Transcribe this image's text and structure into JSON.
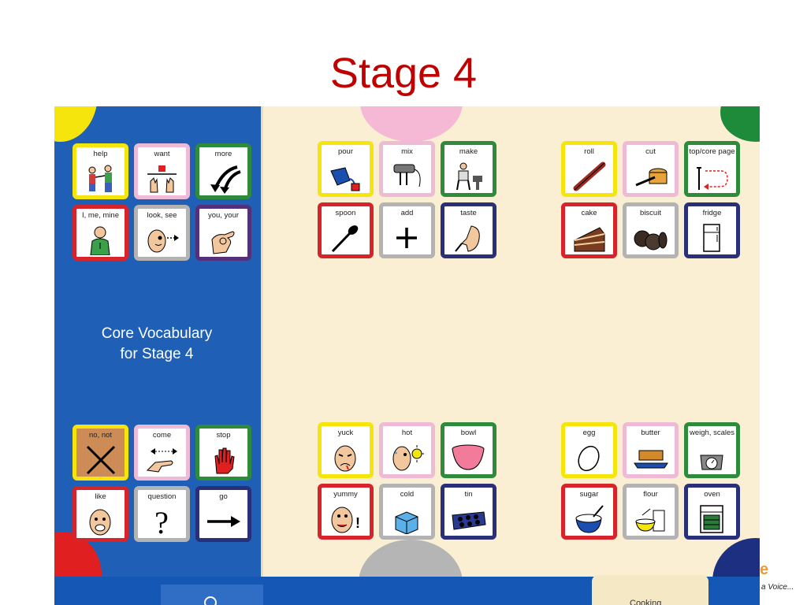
{
  "slide": {
    "title": "Stage 4"
  },
  "colors": {
    "title": "#c00000",
    "panel_blue": "#1f5fb6",
    "board_cream": "#faeed3"
  },
  "core": {
    "caption_line1": "Core Vocabulary",
    "caption_line2": "for Stage 4",
    "top": [
      {
        "label": "help",
        "icon": "two-people-helping-icon"
      },
      {
        "label": "want",
        "icon": "hands-reaching-icon"
      },
      {
        "label": "more",
        "icon": "curved-arrows-icon"
      },
      {
        "label": "I, me, mine",
        "icon": "person-self-icon"
      },
      {
        "label": "look, see",
        "icon": "eye-looking-icon"
      },
      {
        "label": "you, your",
        "icon": "pointing-hand-icon"
      }
    ],
    "bottom": [
      {
        "label": "no, not",
        "icon": "cross-icon"
      },
      {
        "label": "come",
        "icon": "beckoning-hand-icon"
      },
      {
        "label": "stop",
        "icon": "red-hand-icon"
      },
      {
        "label": "like",
        "icon": "smiling-face-icon"
      },
      {
        "label": "question",
        "icon": "question-mark-icon"
      },
      {
        "label": "go",
        "icon": "right-arrow-icon"
      }
    ]
  },
  "cooking": {
    "group1": [
      {
        "label": "pour",
        "icon": "jug-pouring-icon"
      },
      {
        "label": "mix",
        "icon": "electric-mixer-icon"
      },
      {
        "label": "make",
        "icon": "person-making-icon"
      },
      {
        "label": "spoon",
        "icon": "spoon-icon"
      },
      {
        "label": "add",
        "icon": "plus-icon"
      },
      {
        "label": "taste",
        "icon": "tasting-face-icon"
      }
    ],
    "group2": [
      {
        "label": "roll",
        "icon": "rolling-pin-icon"
      },
      {
        "label": "cut",
        "icon": "knife-cutting-icon"
      },
      {
        "label": "top/core page",
        "icon": "page-return-arrow-icon"
      },
      {
        "label": "cake",
        "icon": "cake-slice-icon"
      },
      {
        "label": "biscuit",
        "icon": "biscuits-icon"
      },
      {
        "label": "fridge",
        "icon": "fridge-icon"
      }
    ],
    "group3": [
      {
        "label": "yuck",
        "icon": "disgusted-face-icon"
      },
      {
        "label": "hot",
        "icon": "hot-face-sun-icon"
      },
      {
        "label": "bowl",
        "icon": "bowl-icon"
      },
      {
        "label": "yummy",
        "icon": "yummy-face-icon"
      },
      {
        "label": "cold",
        "icon": "ice-cube-icon"
      },
      {
        "label": "tin",
        "icon": "baking-tin-icon"
      }
    ],
    "group4": [
      {
        "label": "egg",
        "icon": "egg-icon"
      },
      {
        "label": "butter",
        "icon": "butter-dish-icon"
      },
      {
        "label": "weigh, scales",
        "icon": "kitchen-scales-icon"
      },
      {
        "label": "sugar",
        "icon": "sugar-bowl-icon"
      },
      {
        "label": "flour",
        "icon": "flour-bag-icon"
      },
      {
        "label": "oven",
        "icon": "oven-icon"
      }
    ]
  },
  "footer": {
    "tab_label": "Cooking",
    "logo_letter": "e",
    "logo_tagline": "a Voice..."
  }
}
